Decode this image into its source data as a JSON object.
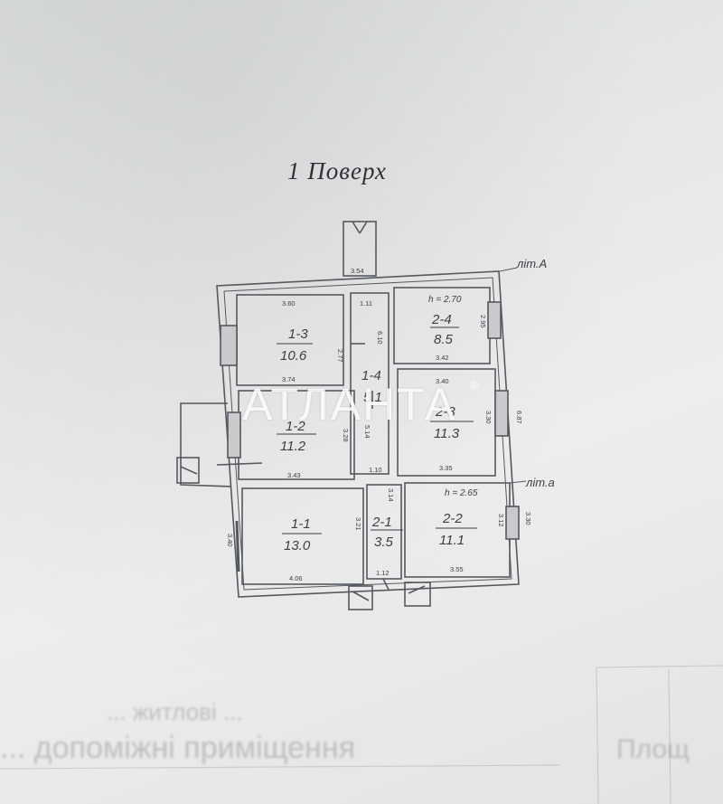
{
  "title": "1  Поверх",
  "watermark": "АТЛАНТА",
  "watermark_mark": "®",
  "lit_labels": {
    "main": "літ.А",
    "annex": "літ.а"
  },
  "rooms": [
    {
      "id": "1-3",
      "area": "10.6"
    },
    {
      "id": "1-4",
      "area": "5.1"
    },
    {
      "id": "2-4",
      "area": "8.5"
    },
    {
      "id": "1-2",
      "area": "11.2"
    },
    {
      "id": "2-3",
      "area": "11.3"
    },
    {
      "id": "1-1",
      "area": "13.0"
    },
    {
      "id": "2-1",
      "area": "3.5"
    },
    {
      "id": "2-2",
      "area": "11.1"
    }
  ],
  "heights": {
    "upper": "h = 2.70",
    "lower": "h = 2.65"
  },
  "dimensions": {
    "top_outer": "3.54",
    "r13_top": "3.60",
    "r13_bottom": "3.74",
    "r14_top": "1.11",
    "r14_side": "6.10",
    "r13_side": "2.77",
    "r24_side": "2.95",
    "r24_bottom": "3.42",
    "r23_top": "3.40",
    "r23_side": "3.30",
    "right_outer": "6.87",
    "r12_bottom": "3.43",
    "r14_bottom": "1.10",
    "r23_bottom": "3.35",
    "r12_side": "3.28",
    "r14_mid": "5.14",
    "r21_top": "3.14",
    "r11_side": "3.21",
    "left_outer": "3.40",
    "r22_side": "3.12",
    "right_lower": "3.30",
    "r11_bottom": "4.06",
    "r21_bottom": "1.12",
    "r22_bottom": "3.55"
  },
  "footer_faded": {
    "line1": "... житлові ...",
    "line2": "... допоміжні приміщення",
    "line3": "Площ"
  }
}
